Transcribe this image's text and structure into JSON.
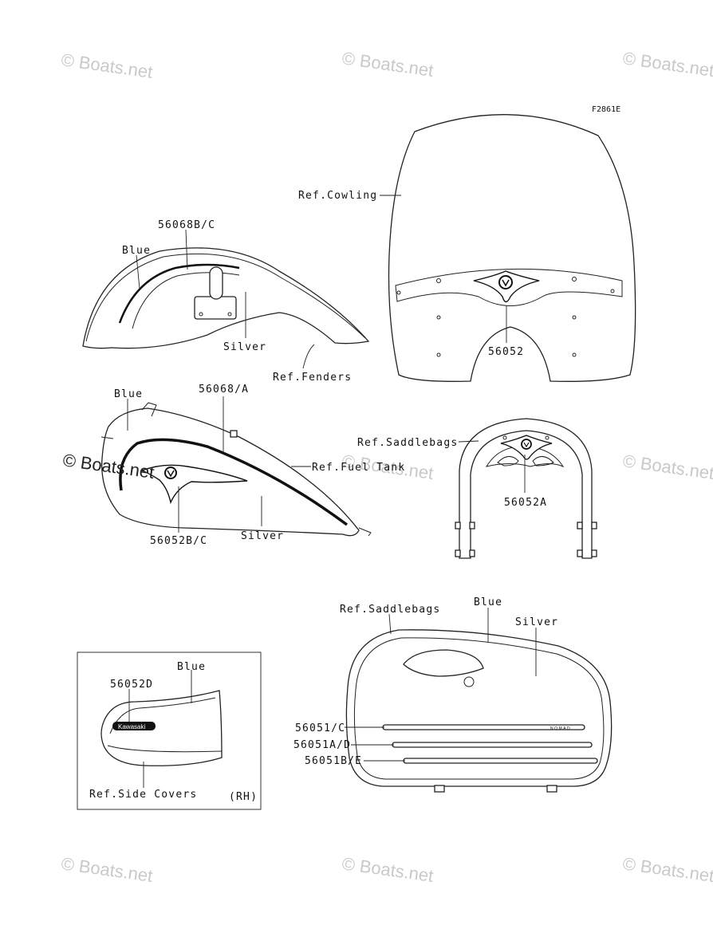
{
  "diagram_id": "F2861E",
  "watermark": "© Boats.net",
  "side_covers_side": "(RH)",
  "labels": {
    "cowling_ref": "Ref.Cowling",
    "fender_part": "56068B/C",
    "fender_blue": "Blue",
    "fender_silver": "Silver",
    "fender_ref": "Ref.Fenders",
    "cowling_part": "56052",
    "tank_blue": "Blue",
    "tank_part": "56068/A",
    "tank_ref": "Ref.Fuel Tank",
    "tank_emblem": "56052B/C",
    "tank_silver": "Silver",
    "backrest_ref": "Ref.Saddlebags",
    "backrest_part": "56052A",
    "saddlebag_ref": "Ref.Saddlebags",
    "saddlebag_blue": "Blue",
    "saddlebag_silver": "Silver",
    "saddlebag_stripe1": "56051/C",
    "saddlebag_stripe2": "56051A/D",
    "saddlebag_stripe3": "56051B/E",
    "cover_blue": "Blue",
    "cover_part": "56052D",
    "cover_ref": "Ref.Side Covers"
  },
  "decal_text": {
    "cover_logo": "Kawasaki",
    "stripe_logo": "NOMAD"
  }
}
